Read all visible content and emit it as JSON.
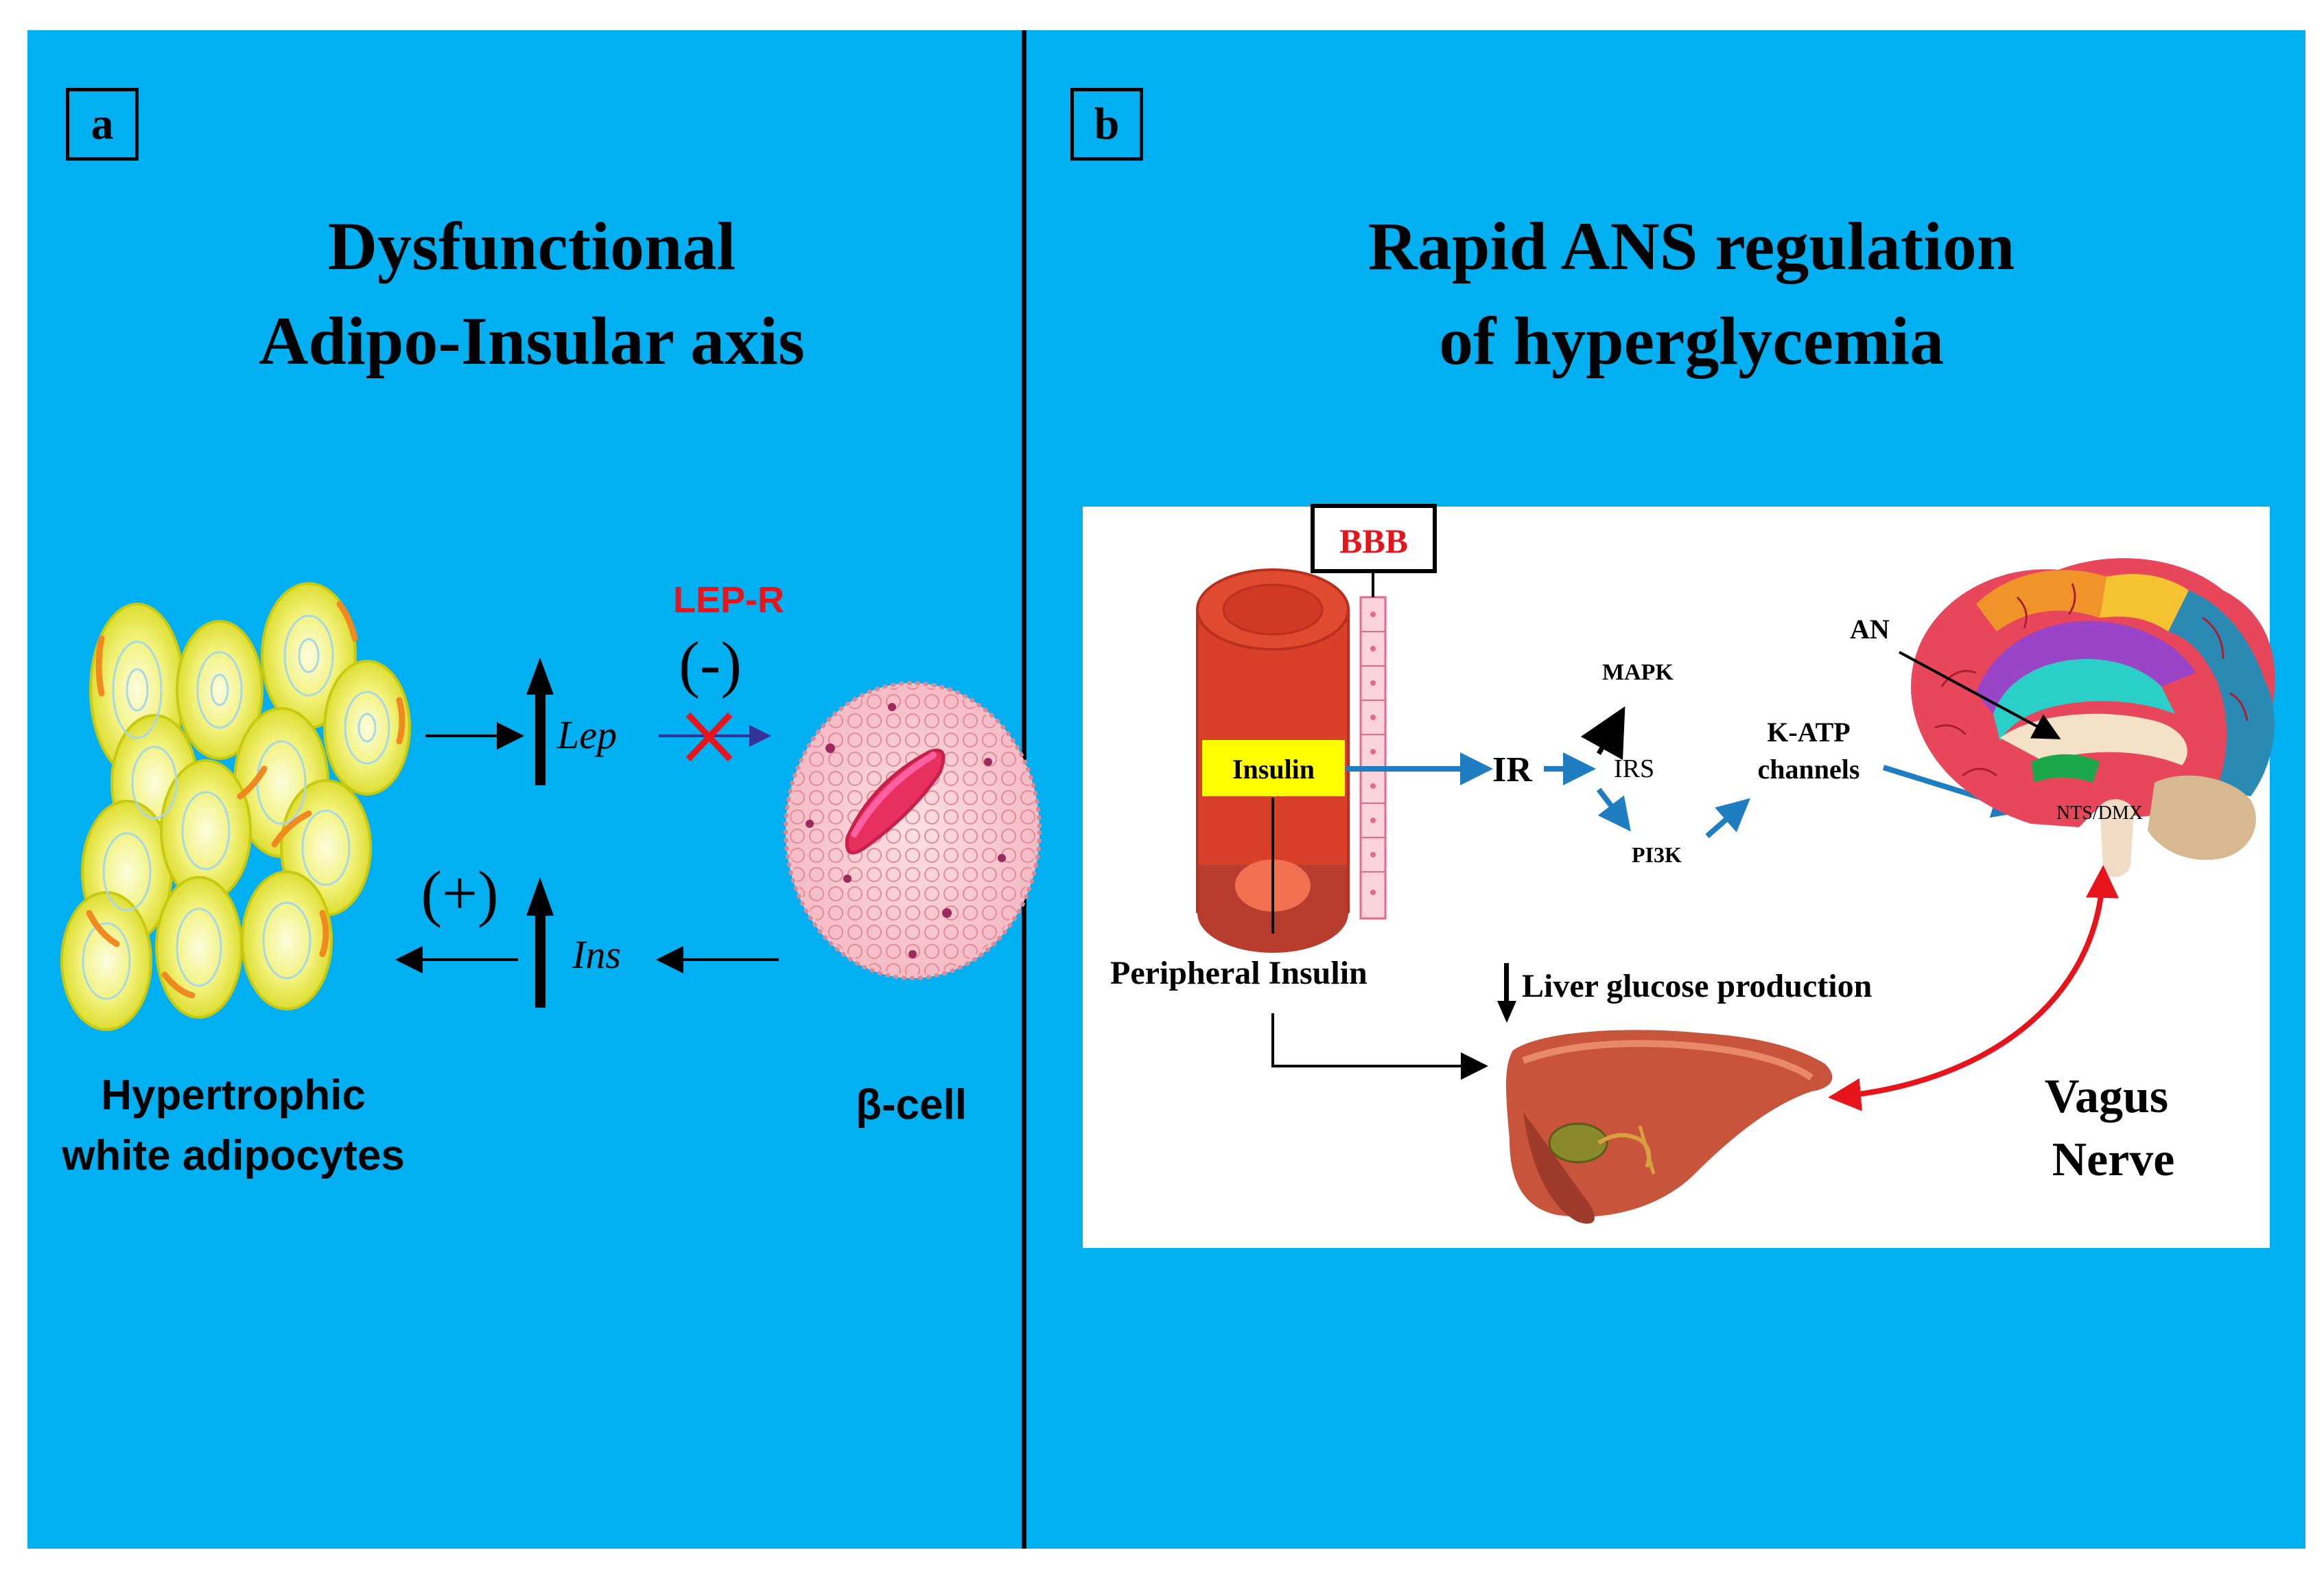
{
  "panel_a": {
    "label": "a",
    "title_line1": "Dysfunctional",
    "title_line2": "Adipo-Insular axis",
    "lep": "Lep",
    "ins": "Ins",
    "lep_r": "LEP-R",
    "negative": "(-)",
    "positive": "(+)",
    "adipocytes_line1": "Hypertrophic",
    "adipocytes_line2": "white adipocytes",
    "beta_cell": "β-cell"
  },
  "panel_b": {
    "label": "b",
    "title_line1": "Rapid ANS regulation",
    "title_line2": "of hyperglycemia",
    "bbb": "BBB",
    "insulin": "Insulin",
    "ir": "IR",
    "mapk": "MAPK",
    "irs": "IRS",
    "pi3k": "PI3K",
    "katp_line1": "K-ATP",
    "katp_line2": "channels",
    "an": "AN",
    "nts_dmx": "NTS/DMX",
    "peripheral_insulin": "Peripheral Insulin",
    "liver_glucose": "Liver glucose production",
    "vagus_line1": "Vagus",
    "vagus_line2": "Nerve"
  },
  "colors": {
    "background": "#00b0f0",
    "red_label": "#e8141b",
    "blue_arrow": "#1f7ec2",
    "insulin_box": "#ffff00"
  }
}
